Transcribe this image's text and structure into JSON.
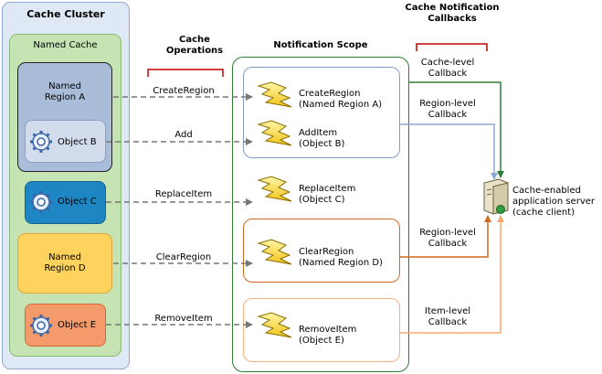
{
  "cluster": {
    "title": "Cache Cluster",
    "named_cache": "Named Cache",
    "region_a": "Named\nRegion A",
    "object_b": "Object B",
    "object_c": "Object C",
    "region_d": "Named\nRegion D",
    "object_e": "Object E"
  },
  "operations": {
    "header": "Cache\nOperations",
    "items": [
      "CreateRegion",
      "Add",
      "ReplaceItem",
      "ClearRegion",
      "RemoveItem"
    ]
  },
  "scope": {
    "title": "Notification Scope",
    "notifications": [
      {
        "text": "CreateRegion\n(Named Region A)"
      },
      {
        "text": "AddItem\n(Object B)"
      },
      {
        "text": "ReplaceItem\n(Object C)"
      },
      {
        "text": "ClearRegion\n(Named Region D)"
      },
      {
        "text": "RemoveItem\n(Object E)"
      }
    ]
  },
  "callbacks": {
    "header": "Cache Notification\nCallbacks",
    "items": [
      "Cache-level\nCallback",
      "Region-level\nCallback",
      "Region-level\nCallback",
      "Item-level\nCallback"
    ]
  },
  "client": {
    "label": "Cache-enabled\napplication server\n(cache client)",
    "icon": "server-icon"
  },
  "colors": {
    "cache_level": "#2e7d32",
    "region_level_1": "#8aa9d6",
    "region_level_2": "#d2691e",
    "item_level": "#f7a86e",
    "bracket": "#c00000"
  }
}
